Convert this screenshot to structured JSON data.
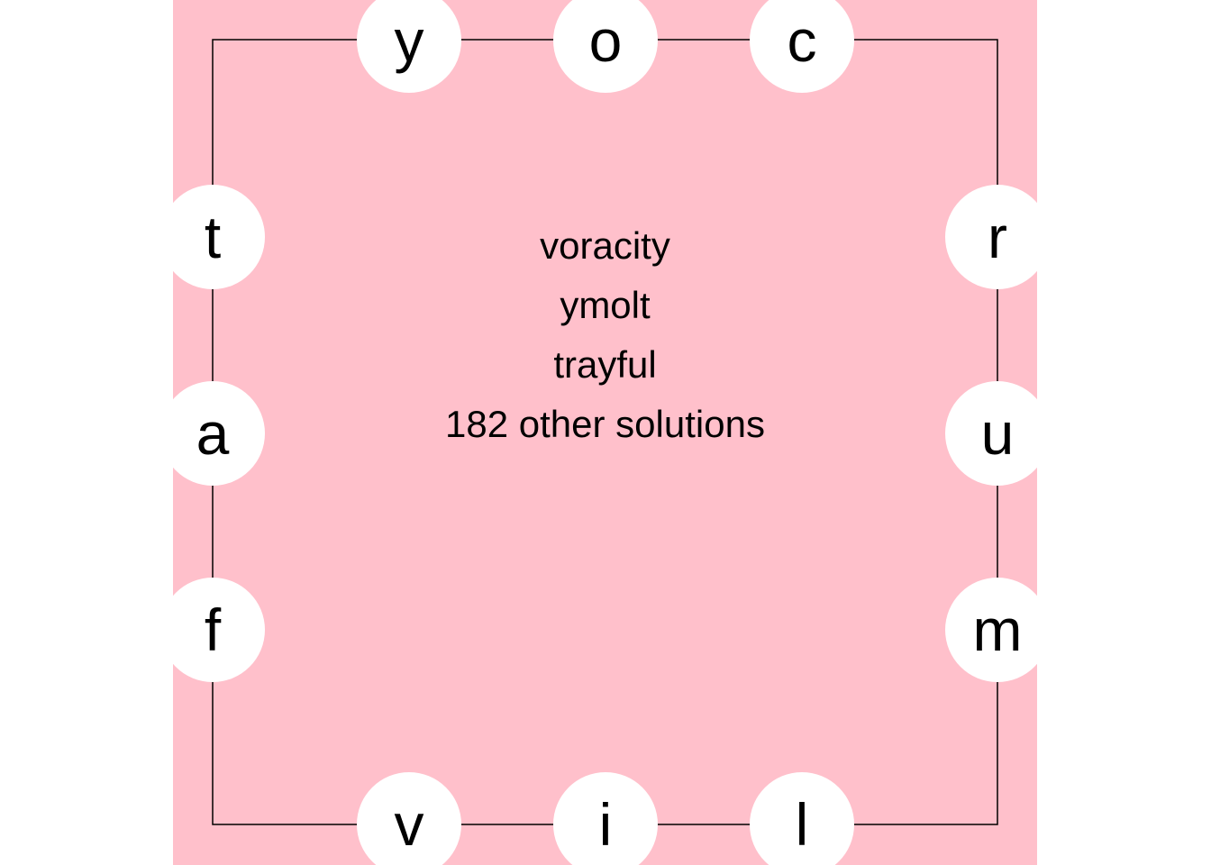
{
  "board": {
    "background": "#ffc0cb",
    "circle_color": "#ffffff",
    "line_color": "#000000",
    "letters": {
      "top": [
        "y",
        "o",
        "c"
      ],
      "right": [
        "r",
        "u",
        "m"
      ],
      "bottom": [
        "v",
        "i",
        "l"
      ],
      "left": [
        "t",
        "a",
        "f"
      ]
    }
  },
  "solutions": {
    "words": [
      "voracity",
      "ymolt",
      "trayful"
    ],
    "other": "182 other solutions"
  }
}
